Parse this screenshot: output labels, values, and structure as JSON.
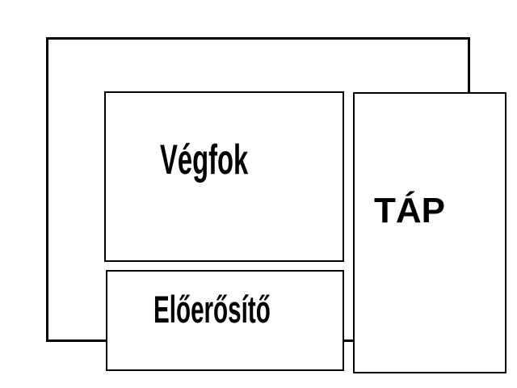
{
  "diagram": {
    "background_color": "#ffffff",
    "line_color": "#000000",
    "text_color": "#000000",
    "sections": {
      "power_amp": {
        "label": "Végfok"
      },
      "preamp": {
        "label": "Előerősítő"
      },
      "power_supply": {
        "label": "TÁP"
      }
    }
  }
}
